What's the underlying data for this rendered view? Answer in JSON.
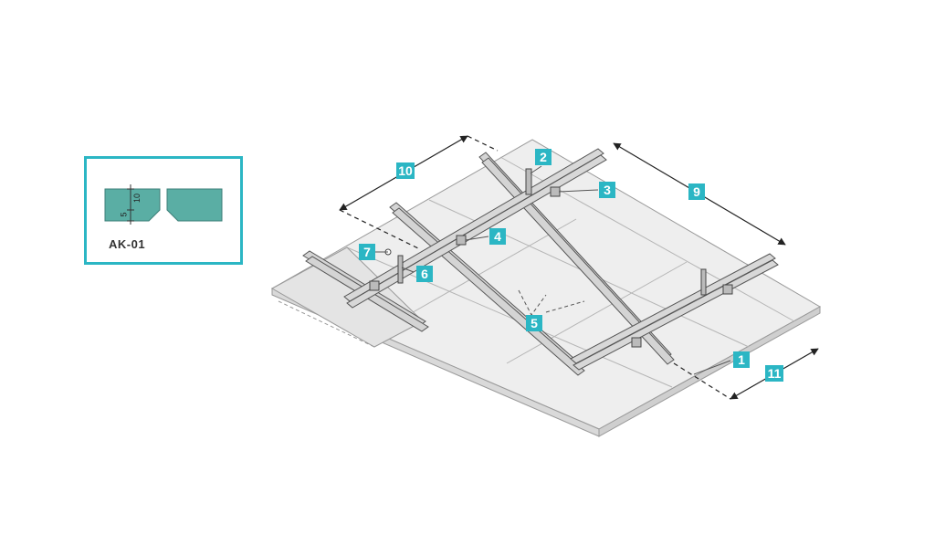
{
  "detail": {
    "caption": "AK-01",
    "dim_top": "10",
    "dim_bottom": "5"
  },
  "callouts": [
    {
      "id": "c1",
      "label": "1"
    },
    {
      "id": "c2",
      "label": "2"
    },
    {
      "id": "c3",
      "label": "3"
    },
    {
      "id": "c4",
      "label": "4"
    },
    {
      "id": "c5",
      "label": "5"
    },
    {
      "id": "c6",
      "label": "6"
    },
    {
      "id": "c7",
      "label": "7"
    },
    {
      "id": "c9",
      "label": "9"
    },
    {
      "id": "c10",
      "label": "10"
    },
    {
      "id": "c11",
      "label": "11"
    }
  ],
  "colors": {
    "accent": "#2bb6c4",
    "board_fill": "#ededed",
    "board_edge": "#9a9a9a",
    "profile_fill": "#d2d2d2",
    "profile_edge": "#555555",
    "tile_fill": "#5aaea4"
  }
}
